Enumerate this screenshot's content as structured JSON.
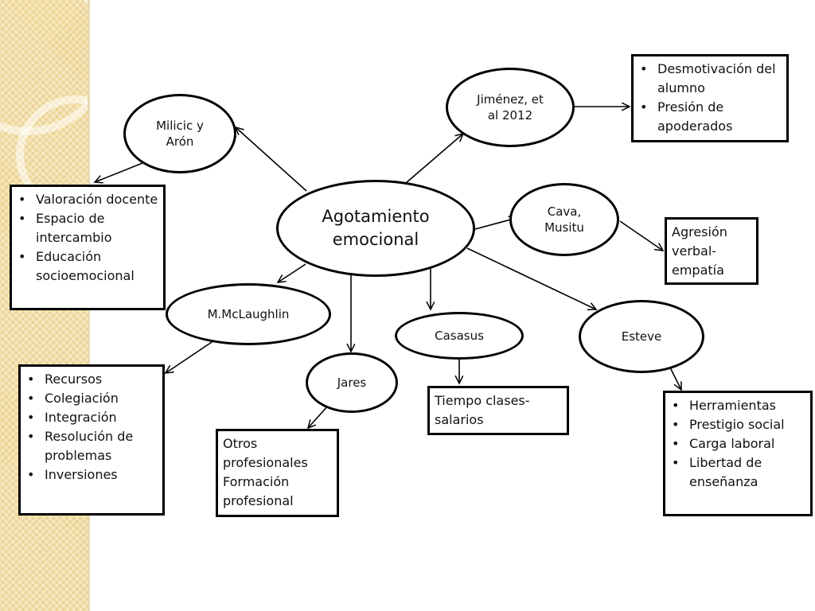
{
  "center": "Agotamiento emocional",
  "nodes": {
    "jimenez": "Jiménez, et al 2012",
    "milicic": "Milicic y Arón",
    "cava": "Cava, Musitu",
    "mclaughlin": "M.McLaughlin",
    "casasus": "Casasus",
    "esteve": "Esteve",
    "jares": "Jares"
  },
  "boxes": {
    "jimenez": [
      "Desmotivación del alumno",
      "Presión de apoderados"
    ],
    "milicic": [
      "Valoración docente",
      "Espacio de intercambio",
      "Educación socioemocional"
    ],
    "cava": "Agresión\nverbal-\nempatía",
    "mclaughlin": [
      "Recursos",
      "Colegiación",
      "Integración",
      "Resolución de problemas",
      "Inversiones"
    ],
    "casasus": "Tiempo clases-\nsalarios",
    "jares": "Otros\nprofesionales\nFormación\nprofesional",
    "esteve": [
      "Herramientas",
      "Prestigio social",
      "Carga laboral",
      "Libertad de enseñanza"
    ]
  }
}
